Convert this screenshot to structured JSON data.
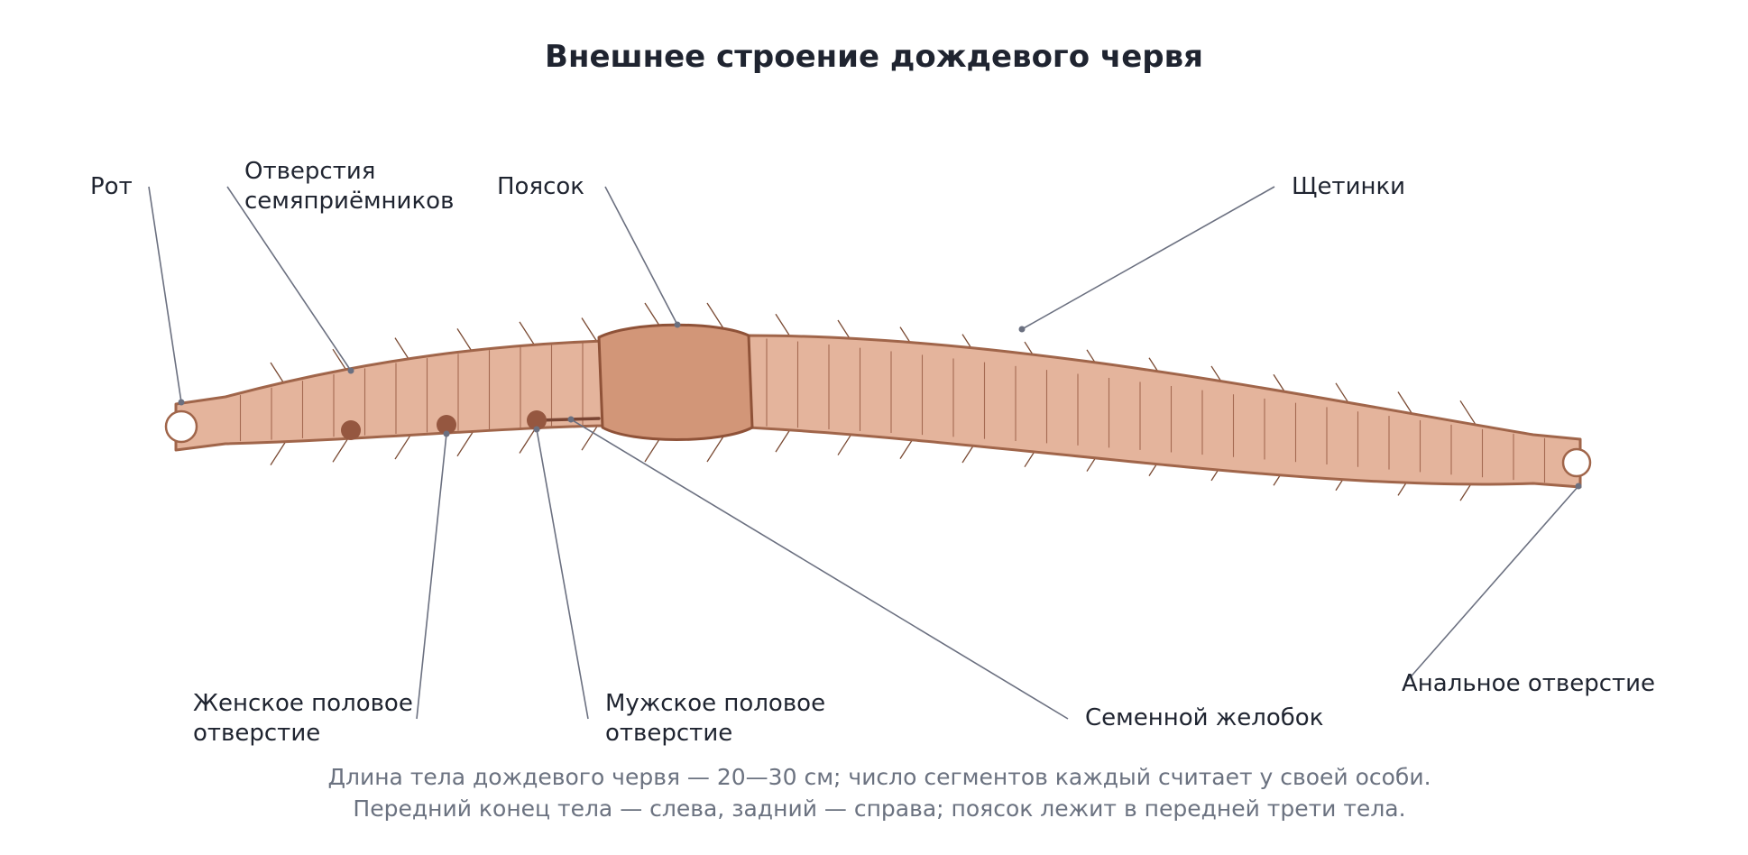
{
  "title": "Внешнее строение дождевого червя",
  "labels": {
    "mouth": "Рот",
    "spermatheca_line1": "Отверстия",
    "spermatheca_line2": "семяприёмников",
    "clitellum": "Поясок",
    "setae": "Щетинки",
    "female_line1": "Женское половое",
    "female_line2": "отверстие",
    "male_line1": "Мужское половое",
    "male_line2": "отверстие",
    "seminal_groove": "Семенной желобок",
    "anus": "Анальное отверстие"
  },
  "caption": {
    "line1": "Длина тела дождевого червя — 20—30 см; число сегментов каждый считает у своей особи.",
    "line2": "Передний конец тела — слева, задний — справа; поясок лежит в передней трети тела."
  },
  "colors": {
    "body_fill": "#e4b49c",
    "body_stroke": "#a0654a",
    "clitellum_fill": "#d29678",
    "pore_fill": "#955740",
    "opening_fill": "#ffffff",
    "leader": "#6b7080"
  }
}
